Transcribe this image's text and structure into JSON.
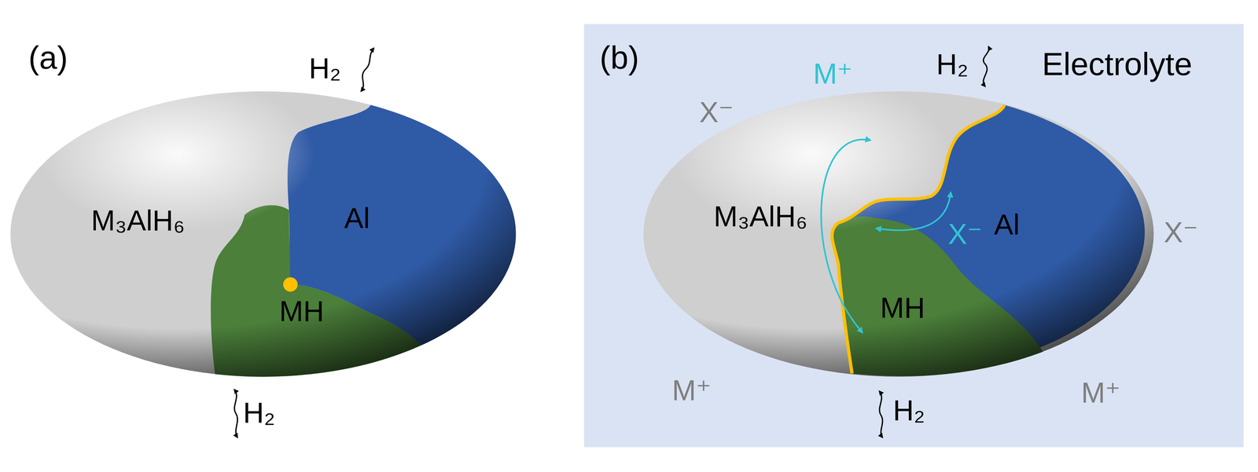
{
  "diagram": {
    "nodes": [
      {
        "text": [
          "M₃AlH₆"
        ]
      },
      {
        "text": [
          "Al"
        ]
      },
      {
        "text": [
          "MH"
        ]
      },
      {
        "text": [
          "Electrolyte"
        ]
      },
      {
        "text": [
          "M₃AlH₆"
        ],
        "in": 3
      },
      {
        "text": [
          "Al"
        ],
        "in": 3
      },
      {
        "text": [
          "MH"
        ],
        "in": 3
      }
    ],
    "labels": [
      "(a)",
      "H₂",
      "H₂",
      "(b)",
      "H₂",
      "H₂",
      "X⁻",
      "X⁻",
      "M⁺",
      "M⁺",
      "M⁺",
      "X⁻"
    ]
  }
}
